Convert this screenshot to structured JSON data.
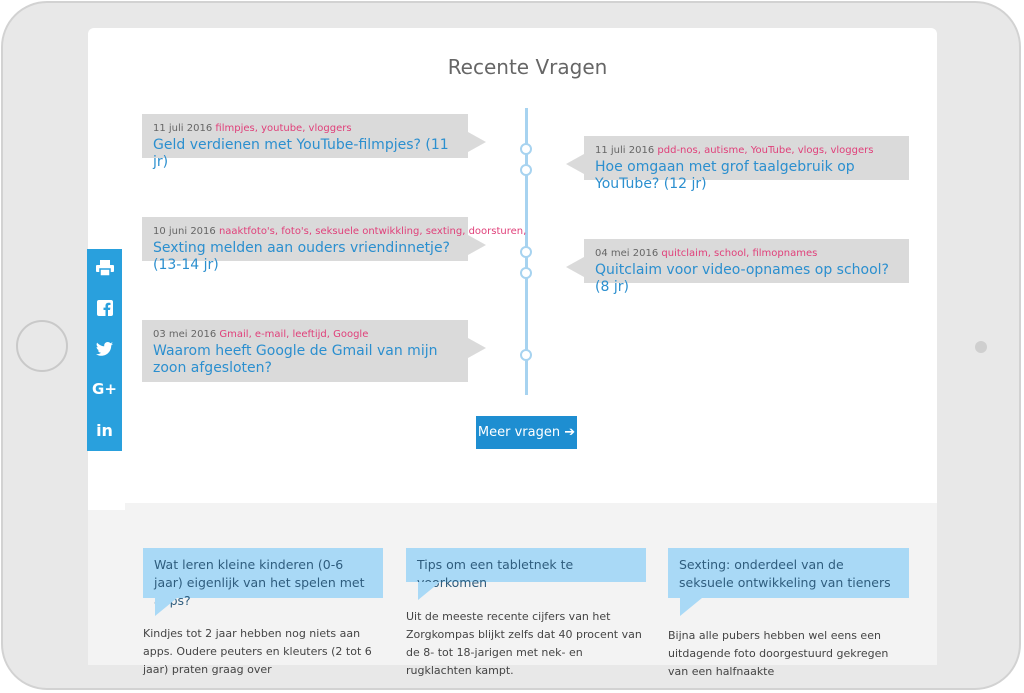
{
  "section_title": "Recente Vragen",
  "questions": [
    {
      "date": "11 juli 2016",
      "tags": "filmpjes, youtube, vloggers",
      "title": "Geld verdienen met YouTube-filmpjes? (11 jr)"
    },
    {
      "date": "11 juli 2016",
      "tags": "pdd-nos, autisme, YouTube, vlogs, vloggers",
      "title": "Hoe omgaan met grof taalgebruik op YouTube? (12 jr)"
    },
    {
      "date": "10 juni 2016",
      "tags": "naaktfoto's, foto's, seksuele ontwikkling, sexting, doorsturen,",
      "title": "Sexting melden aan ouders vriendinnetje? (13-14 jr)"
    },
    {
      "date": "04 mei 2016",
      "tags": "quitclaim, school, filmopnames",
      "title": "Quitclaim voor video-opnames op school? (8 jr)"
    },
    {
      "date": "03 mei 2016",
      "tags": "Gmail, e-mail, leeftijd, Google",
      "title": "Waarom heeft Google de Gmail van mijn zoon afgesloten?"
    }
  ],
  "more_button": {
    "label": "Meer vragen ➔"
  },
  "share": {
    "print": {
      "icon": "print-icon"
    },
    "facebook": {
      "icon": "facebook-icon"
    },
    "twitter": {
      "icon": "twitter-icon"
    },
    "googleplus": {
      "icon": "googleplus-icon",
      "label": "G+"
    },
    "linkedin": {
      "icon": "linkedin-icon",
      "label": "in"
    }
  },
  "articles": [
    {
      "title": "Wat leren kleine kinderen (0-6 jaar) eigenlijk van het spelen met apps?",
      "excerpt": "Kindjes tot 2 jaar hebben nog niets aan apps. Oudere peuters en kleuters (2 tot 6 jaar) praten graag over"
    },
    {
      "title": "Tips om een tabletnek te voorkomen",
      "excerpt": "Uit de meeste recente cijfers van het Zorgkompas blijkt zelfs dat 40 procent van de 8- tot 18-jarigen met nek- en rugklachten kampt."
    },
    {
      "title": "Sexting: onderdeel van de seksuele ontwikkeling van tieners",
      "excerpt": "Bijna alle pubers hebben wel eens een uitdagende foto doorgestuurd gekregen van een halfnaakte"
    }
  ],
  "colors": {
    "accent": "#1e8ed1",
    "tag": "#e0407a",
    "link": "#2b8fcf",
    "bubble": "#a9d9f6",
    "share_bar": "#29a0dd"
  }
}
